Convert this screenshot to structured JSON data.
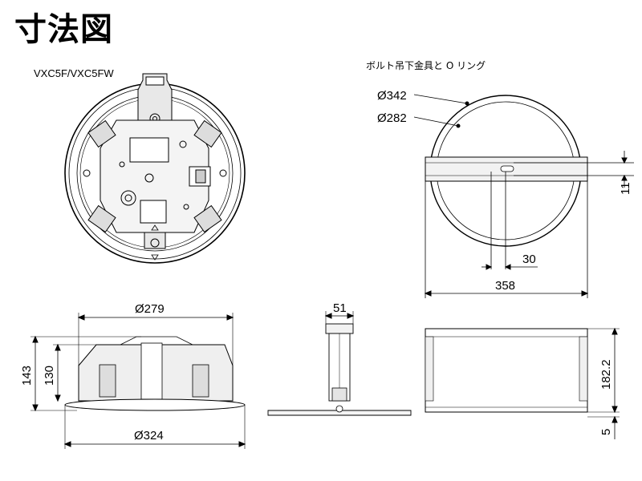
{
  "title": "寸法図",
  "model_label": "VXC5F/VXC5FW",
  "ring_section_label": "ボルト吊下金具と O リング",
  "dimensions": {
    "outer_ring_dia": "Ø342",
    "inner_ring_dia": "Ø282",
    "bolt_height": "11",
    "bolt_offset": "30",
    "bracket_width": "358",
    "body_dia": "Ø279",
    "flange_dia": "Ø324",
    "total_height": "143",
    "body_height": "130",
    "bracket_top_width": "51",
    "bracket_height": "182.2",
    "flange_thickness": "5"
  }
}
